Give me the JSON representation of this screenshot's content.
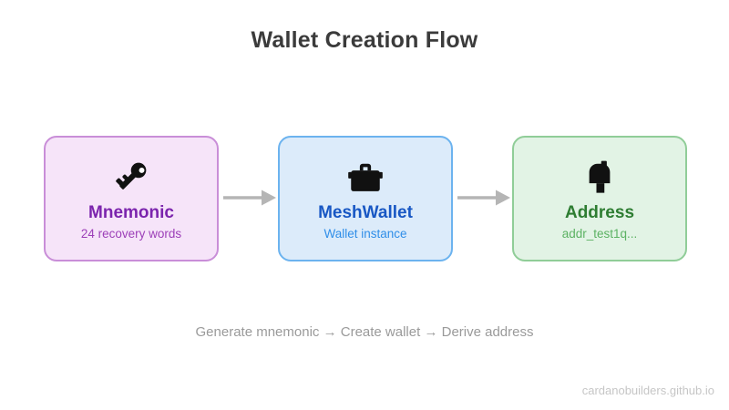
{
  "title": "Wallet Creation Flow",
  "flow": {
    "steps": [
      {
        "label": "Mnemonic",
        "sublabel": "24 recovery words",
        "icon": "key-icon",
        "bg_color": "#f6e4f9",
        "border_color": "#c98ed8",
        "label_color": "#7b24ad",
        "sublabel_color": "#9c3fb8"
      },
      {
        "label": "MeshWallet",
        "sublabel": "Wallet instance",
        "icon": "briefcase-icon",
        "bg_color": "#dcebfa",
        "border_color": "#6cb3ef",
        "label_color": "#1857c4",
        "sublabel_color": "#2f8ee8"
      },
      {
        "label": "Address",
        "sublabel": "addr_test1q...",
        "icon": "mailbox-icon",
        "bg_color": "#e2f3e5",
        "border_color": "#90cd98",
        "label_color": "#2e7d32",
        "sublabel_color": "#5cb263"
      }
    ],
    "arrow_color": "#b5b5b5"
  },
  "caption": "Generate mnemonic → Create wallet → Derive address",
  "footer": "cardanobuilders.github.io"
}
